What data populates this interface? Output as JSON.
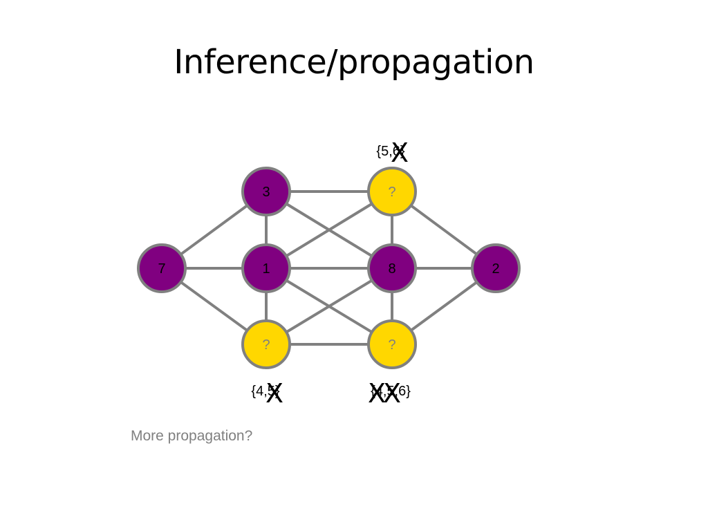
{
  "slide": {
    "title": "Inference/propagation",
    "caption": "More propagation?"
  },
  "colors": {
    "assigned_fill": "#800080",
    "unassigned_fill": "#FFD700",
    "node_stroke": "#808080",
    "edge": "#808080",
    "unassigned_text": "#808080",
    "assigned_text": "#000000"
  },
  "graph": {
    "nodes": [
      {
        "id": "left",
        "label": "7",
        "state": "assigned"
      },
      {
        "id": "top-left",
        "label": "3",
        "state": "assigned"
      },
      {
        "id": "mid-left",
        "label": "1",
        "state": "assigned"
      },
      {
        "id": "bottom-left",
        "label": "?",
        "state": "unassigned"
      },
      {
        "id": "top-right",
        "label": "?",
        "state": "unassigned"
      },
      {
        "id": "mid-right",
        "label": "8",
        "state": "assigned"
      },
      {
        "id": "bottom-right",
        "label": "?",
        "state": "unassigned"
      },
      {
        "id": "right",
        "label": "2",
        "state": "assigned"
      }
    ],
    "edges": [
      [
        "left",
        "top-left"
      ],
      [
        "left",
        "mid-left"
      ],
      [
        "left",
        "bottom-left"
      ],
      [
        "top-left",
        "mid-left"
      ],
      [
        "mid-left",
        "bottom-left"
      ],
      [
        "top-left",
        "top-right"
      ],
      [
        "top-left",
        "mid-right"
      ],
      [
        "mid-left",
        "top-right"
      ],
      [
        "mid-left",
        "mid-right"
      ],
      [
        "mid-left",
        "bottom-right"
      ],
      [
        "bottom-left",
        "mid-right"
      ],
      [
        "bottom-left",
        "bottom-right"
      ],
      [
        "top-right",
        "mid-right"
      ],
      [
        "mid-right",
        "bottom-right"
      ],
      [
        "top-right",
        "right"
      ],
      [
        "mid-right",
        "right"
      ],
      [
        "bottom-right",
        "right"
      ]
    ],
    "domains": [
      {
        "node": "top-right",
        "text": "{5,6}",
        "crossed": [
          "6"
        ]
      },
      {
        "node": "bottom-left",
        "text": "{4,5}",
        "crossed": [
          "5"
        ]
      },
      {
        "node": "bottom-right",
        "text": "{4,5,6}",
        "crossed": [
          "4",
          "5"
        ]
      }
    ],
    "cross_symbol": "X"
  }
}
